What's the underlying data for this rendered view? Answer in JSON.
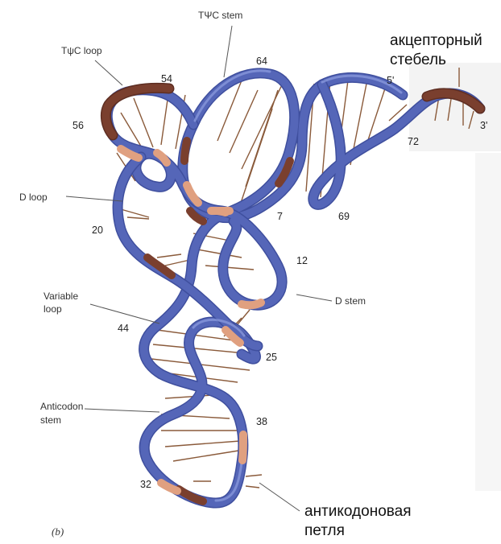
{
  "figure": {
    "caption": "(b)",
    "structure_labels": {
      "tpsic_stem": "TΨC stem",
      "tpsic_loop": "TψC loop",
      "d_loop": "D loop",
      "variable_loop": [
        "Variable",
        "loop"
      ],
      "anticodon_stem": [
        "Anticodon",
        "stem"
      ],
      "d_stem": "D stem"
    },
    "russian_labels": {
      "acceptor_stem": [
        "акцепторный",
        "стебель"
      ],
      "anticodon_loop": [
        "антикодоновая",
        "петля"
      ]
    },
    "residue_numbers": {
      "n54": "54",
      "n64": "64",
      "n56": "56",
      "n72": "72",
      "n20": "20",
      "n7": "7",
      "n69": "69",
      "n12": "12",
      "n44": "44",
      "n25": "25",
      "n38": "38",
      "n32": "32"
    },
    "ends": {
      "five_prime": "5'",
      "three_prime": "3'"
    },
    "colors": {
      "backbone": "#5566b8",
      "backbone_highlight": "#8f9ee0",
      "loop_segment": "#7a3f2e",
      "light_segment": "#e0a080",
      "base_rung": "#8a5a3a"
    }
  }
}
